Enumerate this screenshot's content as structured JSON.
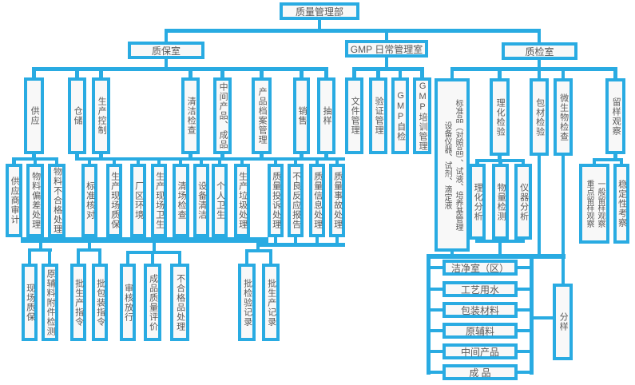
{
  "colors": {
    "accent": "#29abe2",
    "box_fill": "#f8f8f8",
    "text": "#595959",
    "background": "#ffffff"
  },
  "nodes": {
    "quality-mgmt-dept": {
      "label": "质量管理部"
    },
    "qa-office": {
      "label": "质保室"
    },
    "gmp-office": {
      "label": "GMP 日常管理室"
    },
    "qc-office": {
      "label": "质检室"
    },
    "supply": {
      "label": "供应"
    },
    "warehouse": {
      "label": "仓储"
    },
    "production-control": {
      "label": "生产控制"
    },
    "cleaning-inspection": {
      "label": "清洁检查"
    },
    "intermediate-finished-products": {
      "label": "中间产品、成品"
    },
    "product-archives": {
      "label": "产品档案管理"
    },
    "sales": {
      "label": "销售"
    },
    "sampling": {
      "label": "抽样"
    },
    "document-mgmt": {
      "label": "文件管理"
    },
    "validation-mgmt": {
      "label": "验证管理"
    },
    "gmp-self-inspection": {
      "label": "GMP自检"
    },
    "gmp-training": {
      "label": "GMP培训管理"
    },
    "standards-reagents": {
      "label": "标准品（对照品）、试液、培养基管理",
      "label2": "设备仪器、试剂、滴定液"
    },
    "physchem-inspection": {
      "label": "理化检验"
    },
    "packaging-inspection": {
      "label": "包材检验"
    },
    "microbial-inspection": {
      "label": "微生物检查"
    },
    "sample-retention": {
      "label": "留样观察"
    },
    "supplier-audit": {
      "label": "供应商审计"
    },
    "material-deviation": {
      "label": "物料偏差处理"
    },
    "material-rejects": {
      "label": "物料不合格处理"
    },
    "standard-check": {
      "label": "标准核对"
    },
    "site-qa": {
      "label": "生产现场质保"
    },
    "plant-environment": {
      "label": "厂区环境"
    },
    "site-hygiene": {
      "label": "生产现场卫生"
    },
    "clearance-check": {
      "label": "清场检查"
    },
    "equipment-cleaning": {
      "label": "设备清洁"
    },
    "personal-hygiene": {
      "label": "个人卫生"
    },
    "production-waste": {
      "label": "生产垃圾处理"
    },
    "complaint-handling": {
      "label": "质量投诉处理"
    },
    "adverse-reaction": {
      "label": "不良反应报告"
    },
    "quality-info": {
      "label": "质量信息处理"
    },
    "quality-accident": {
      "label": "质量事故处理"
    },
    "physchem-analysis": {
      "label": "理化分析"
    },
    "quantity-testing": {
      "label": "物量检测"
    },
    "instrument-analysis": {
      "label": "仪器分析"
    },
    "retention-observation": {
      "label": "一般留样观察",
      "label2": "重点留样观察"
    },
    "stability-study": {
      "label": "稳定性考察"
    },
    "field-qa": {
      "label": "现场质保"
    },
    "raw-material-testing": {
      "label": "原辅料附件检测"
    },
    "batch-production-order": {
      "label": "批生产指令"
    },
    "batch-packaging-order": {
      "label": "批包装指令"
    },
    "review-release": {
      "label": "审核放行"
    },
    "product-quality-eval": {
      "label": "成品质量评价"
    },
    "nonconforming-handling": {
      "label": "不合格品处理"
    },
    "batch-inspection-record": {
      "label": "批检验记录"
    },
    "batch-production-record": {
      "label": "批生产记录"
    },
    "clean-room": {
      "label": "洁净室（区）"
    },
    "process-water": {
      "label": "工艺用水"
    },
    "packaging-materials": {
      "label": "包装材料"
    },
    "raw-materials": {
      "label": "原辅料"
    },
    "intermediate-products": {
      "label": "中间产品"
    },
    "finished-products": {
      "label": "成 品"
    },
    "sample-division": {
      "label": "分样"
    }
  },
  "hierarchy": {
    "quality-mgmt-dept": [
      "qa-office",
      "gmp-office",
      "qc-office"
    ],
    "qa-office": [
      "supply",
      "warehouse",
      "production-control",
      "cleaning-inspection",
      "intermediate-finished-products",
      "product-archives",
      "sales",
      "sampling"
    ],
    "gmp-office": [
      "document-mgmt",
      "validation-mgmt",
      "gmp-self-inspection",
      "gmp-training"
    ],
    "qc-office": [
      "standards-reagents",
      "physchem-inspection",
      "packaging-inspection",
      "microbial-inspection",
      "sample-retention"
    ],
    "supply": [
      "supplier-audit",
      "material-deviation",
      "material-rejects"
    ],
    "qa-level3-bus": [
      "standard-check",
      "site-qa",
      "plant-environment",
      "site-hygiene",
      "clearance-check",
      "equipment-cleaning",
      "personal-hygiene",
      "production-waste",
      "complaint-handling",
      "adverse-reaction",
      "quality-info",
      "quality-accident"
    ],
    "qa-level4-bus": [
      "field-qa",
      "raw-material-testing",
      "batch-production-order",
      "batch-packaging-order",
      "review-release",
      "product-quality-eval",
      "nonconforming-handling",
      "batch-inspection-record",
      "batch-production-record"
    ],
    "physchem-inspection": [
      "physchem-analysis",
      "quantity-testing",
      "instrument-analysis"
    ],
    "sample-retention": [
      "retention-observation",
      "stability-study"
    ],
    "qc-test-objects": [
      "clean-room",
      "process-water",
      "packaging-materials",
      "raw-materials",
      "intermediate-products",
      "finished-products"
    ],
    "qc-sampling-link": [
      "sample-division"
    ]
  }
}
